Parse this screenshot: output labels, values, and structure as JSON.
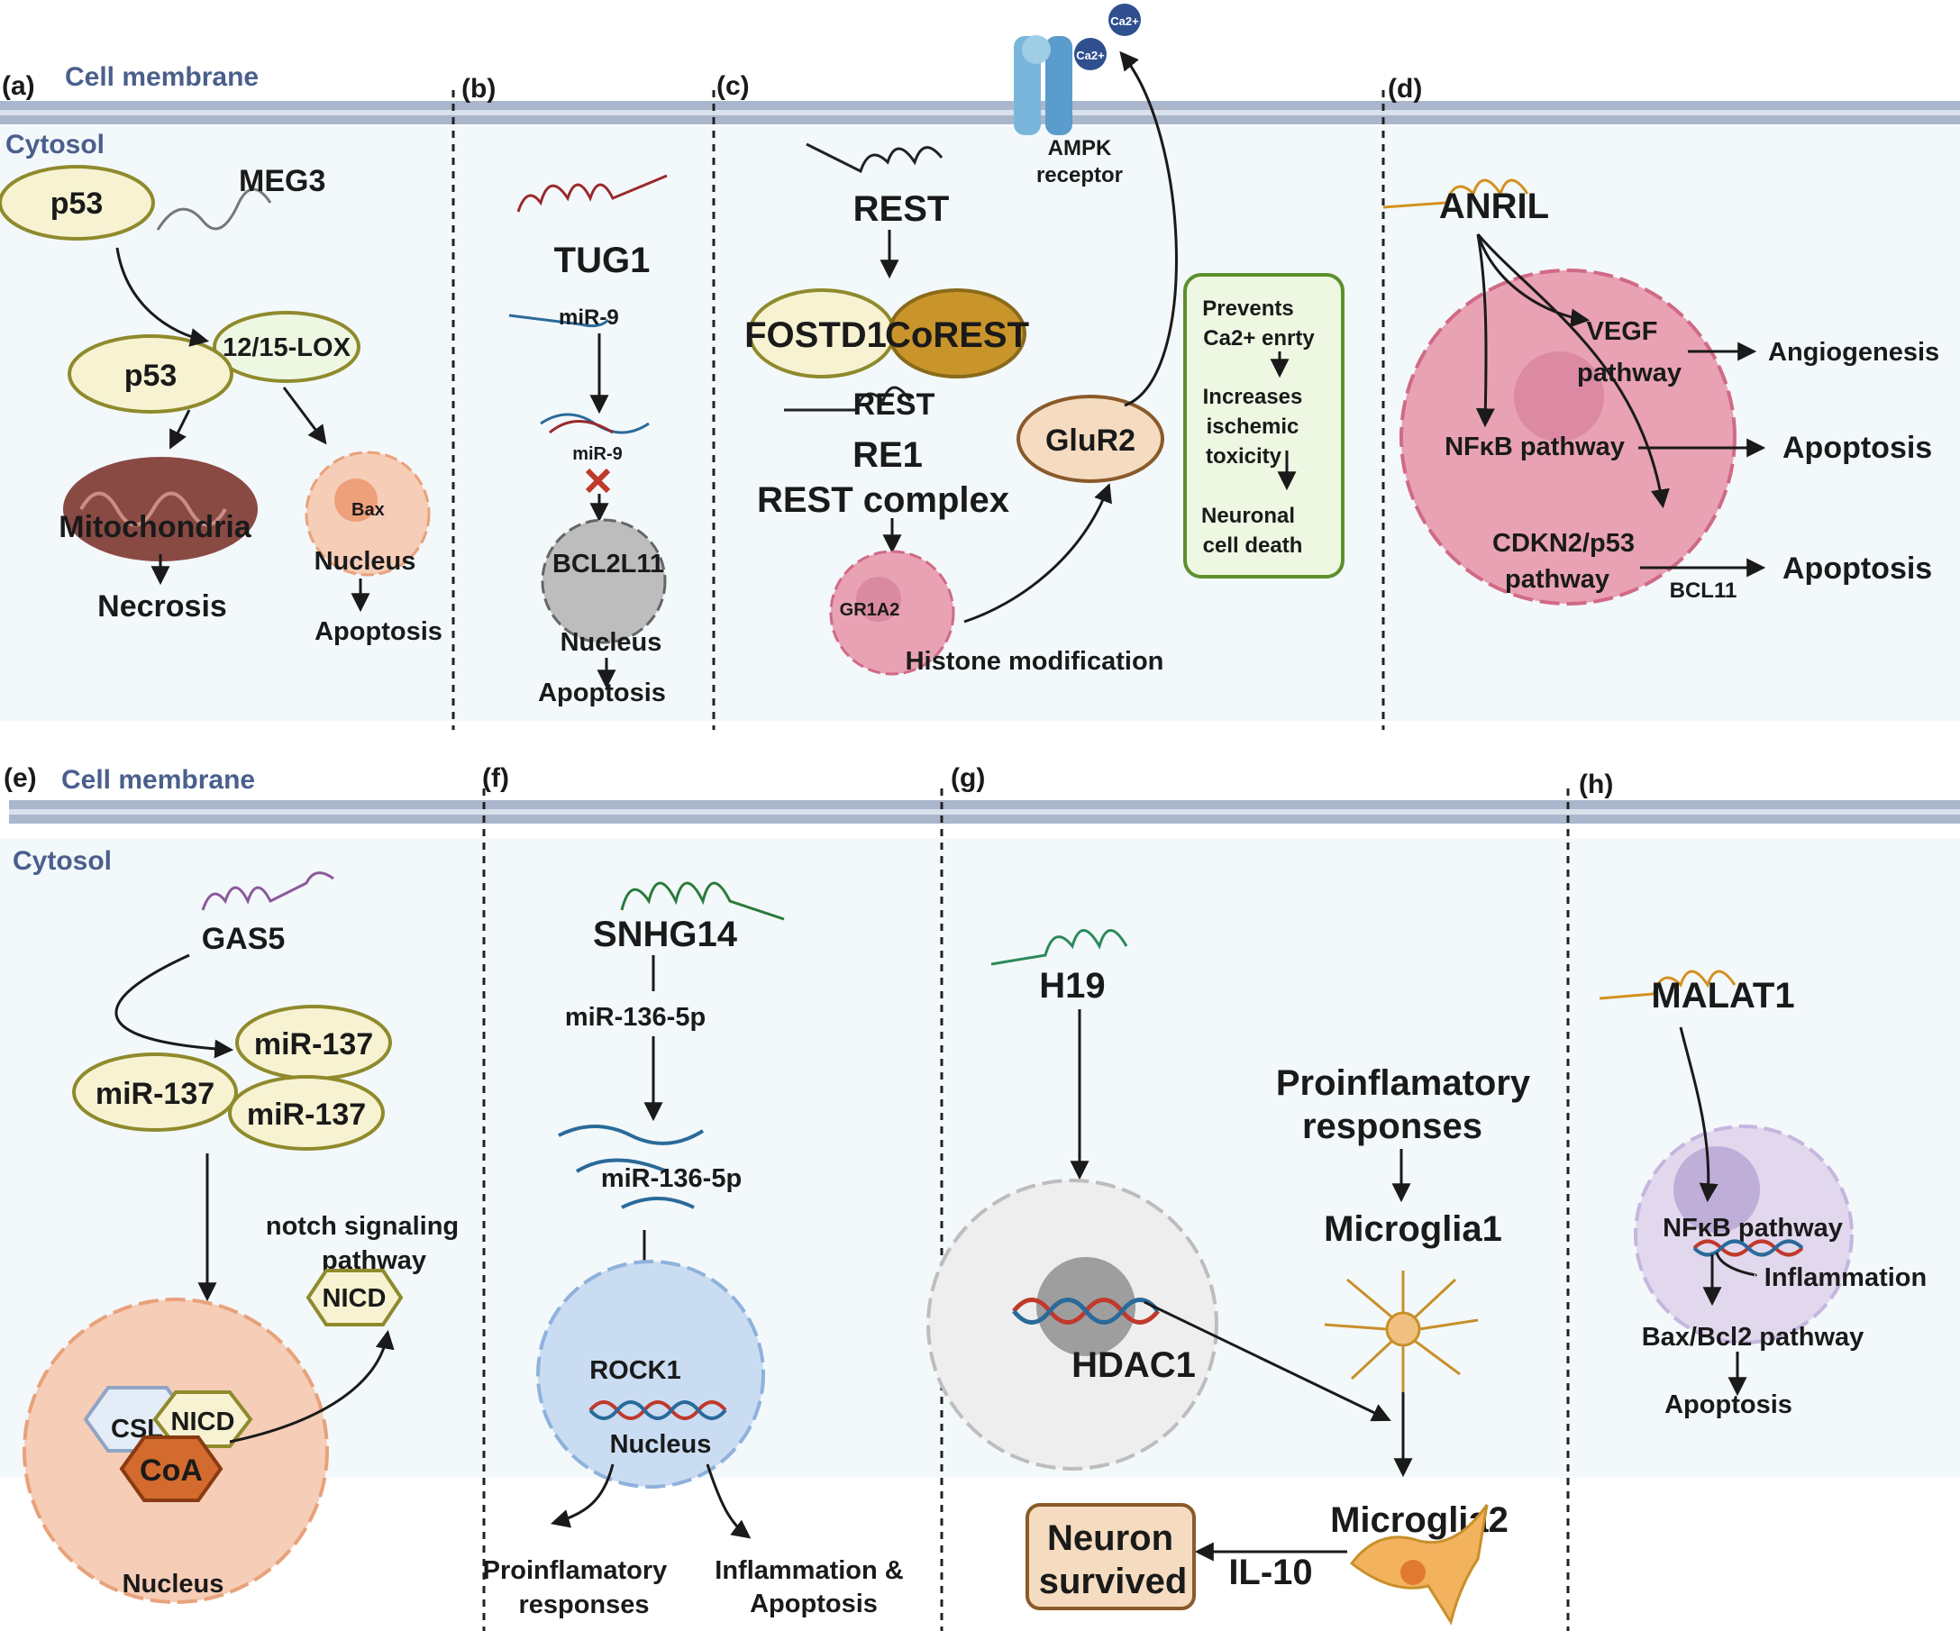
{
  "labels": {
    "panel_a": "(a)",
    "panel_b": "(b)",
    "panel_c": "(c)",
    "panel_d": "(d)",
    "panel_e": "(e)",
    "panel_f": "(f)",
    "panel_g": "(g)",
    "panel_h": "(h)",
    "cell_membrane_top": "Cell membrane",
    "cytosol_top": "Cytosol",
    "cell_membrane_bottom": "Cell membrane",
    "cytosol_bottom": "Cytosol"
  },
  "panel_a": {
    "meg3": "MEG3",
    "p53_top": "p53",
    "p53_bottom": "p53",
    "lox": "12/15-LOX",
    "mitochondria": "Mitochondria",
    "necrosis": "Necrosis",
    "bax": "Bax",
    "nucleus": "Nucleus",
    "apoptosis": "Apoptosis"
  },
  "panel_b": {
    "tug1": "TUG1",
    "mir9_top": "miR-9",
    "mir9_bottom": "miR-9",
    "bcl2l11": "BCL2L11",
    "nucleus": "Nucleus",
    "apoptosis": "Apoptosis"
  },
  "panel_c": {
    "rest_top": "REST",
    "fostd1": "FOSTD1",
    "corest": "CoREST",
    "rest_mid": "REST",
    "re1": "RE1",
    "rest_complex": "REST complex",
    "gr1a2": "GR1A2",
    "histone": "Histone modification",
    "glur2": "GluR2",
    "ampk_line1": "AMPK",
    "ampk_line2": "receptor",
    "ca_1": "Ca2+",
    "ca_2": "Ca2+",
    "box_line1": "Prevents",
    "box_line2": "Ca2+ enrty",
    "box_line3": "Increases",
    "box_line4": "ischemic",
    "box_line5": "toxicity",
    "box_line6": "Neuronal",
    "box_line7": "cell death"
  },
  "panel_d": {
    "anril": "ANRIL",
    "vegf_line1": "VEGF",
    "vegf_line2": "pathway",
    "angiogenesis": "Angiogenesis",
    "nfkb": "NFκB pathway",
    "apoptosis_1": "Apoptosis",
    "cdkn2_line1": "CDKN2/p53",
    "cdkn2_line2": "pathway",
    "bcl11": "BCL11",
    "apoptosis_2": "Apoptosis"
  },
  "panel_e": {
    "gas5": "GAS5",
    "mir137_a": "miR-137",
    "mir137_b": "miR-137",
    "mir137_c": "miR-137",
    "notch_line1": "notch signaling",
    "notch_line2": "pathway",
    "nicd_out": "NICD",
    "csl": "CSL",
    "nicd_in": "NICD",
    "coa": "CoA",
    "nucleus": "Nucleus"
  },
  "panel_f": {
    "snhg14": "SNHG14",
    "mir136_top": "miR-136-5p",
    "mir136_bottom": "miR-136-5p",
    "rock1": "ROCK1",
    "nucleus": "Nucleus",
    "proinf_line1": "Proinflamatory",
    "proinf_line2": "responses",
    "inflam_line1": "Inflammation &",
    "inflam_line2": "Apoptosis"
  },
  "panel_g": {
    "h19": "H19",
    "proinf_line1": "Proinflamatory",
    "proinf_line2": "responses",
    "microglia1": "Microglia1",
    "hdac1": "HDAC1",
    "microglia2": "Microglia2",
    "il10": "IL-10",
    "neuron_line1": "Neuron",
    "neuron_line2": "survived"
  },
  "panel_h": {
    "malat1": "MALAT1",
    "nfkb": "NFκB pathway",
    "inflammation": "Inflammation",
    "bax_bcl2": "Bax/Bcl2 pathway",
    "apoptosis": "Apoptosis"
  },
  "colors": {
    "membrane": "#a9b6cc",
    "cytosol": "#f3f8fb",
    "cream_ellipse": "#f7f3d2",
    "olive_border": "#8f8a2c",
    "gold": "#c9952b",
    "green_box": "#eef7e2",
    "green_border": "#5e8f2e",
    "pink_nucleus": "#e8a2b4",
    "blue_nucleus": "#c9dcf2",
    "orange_nucleus": "#f6cdb7",
    "gray_nucleus": "#d6d6d6",
    "lavender_nucleus": "#e1d8ee",
    "glur2_fill": "#f5dcc0",
    "glur2_border": "#8a5a2a"
  }
}
